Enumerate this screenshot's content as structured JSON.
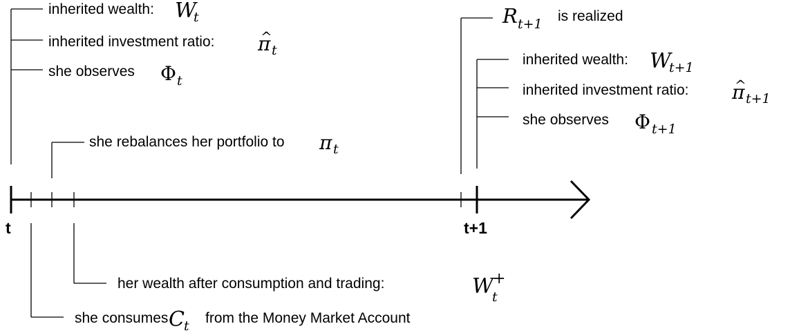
{
  "axis": {
    "tick_t": "t",
    "tick_t1": "t+1"
  },
  "events_t": {
    "wealth_label": "inherited wealth:",
    "wealth_sym": "W",
    "wealth_sub": "t",
    "ratio_label": "inherited investment ratio:",
    "ratio_sym": "π",
    "ratio_hat": "^",
    "ratio_sub": "t",
    "observe_label": "she observes",
    "observe_sym": "Φ",
    "observe_sub": "t"
  },
  "rebalance": {
    "label": "she rebalances her portfolio to",
    "sym": "π",
    "sub": "t"
  },
  "after_trade": {
    "label": "her wealth after consumption and trading:",
    "sym": "W",
    "sub": "t",
    "sup": "+"
  },
  "consume": {
    "label_pre": "she consumes",
    "sym": "C",
    "sub": "t",
    "label_post": "from the Money Market Account"
  },
  "realized": {
    "sym": "R",
    "sub": "t+1",
    "label": "is realized"
  },
  "events_t1": {
    "wealth_label": "inherited wealth:",
    "wealth_sym": "W",
    "wealth_sub": "t+1",
    "ratio_label": "inherited investment ratio:",
    "ratio_sym": "π",
    "ratio_hat": "^",
    "ratio_sub": "t+1",
    "observe_label": "she observes",
    "observe_sym": "Φ",
    "observe_sub": "t+1"
  }
}
